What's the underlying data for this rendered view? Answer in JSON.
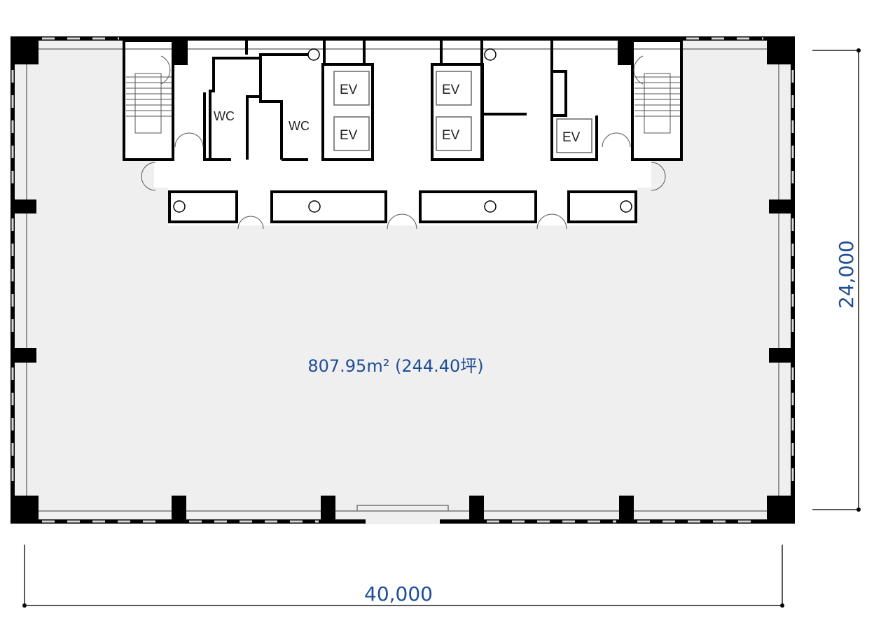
{
  "plan": {
    "area_label": "807.95m² (244.40坪)",
    "rooms": {
      "wc_left": "WC",
      "wc_right": "WC",
      "ev": [
        "EV",
        "EV",
        "EV",
        "EV",
        "EV"
      ]
    }
  },
  "dimensions": {
    "width": "40,000",
    "depth": "24,000"
  },
  "colors": {
    "floor": "#efefef",
    "wall": "#000000",
    "dimension_text": "#1f4e96"
  }
}
